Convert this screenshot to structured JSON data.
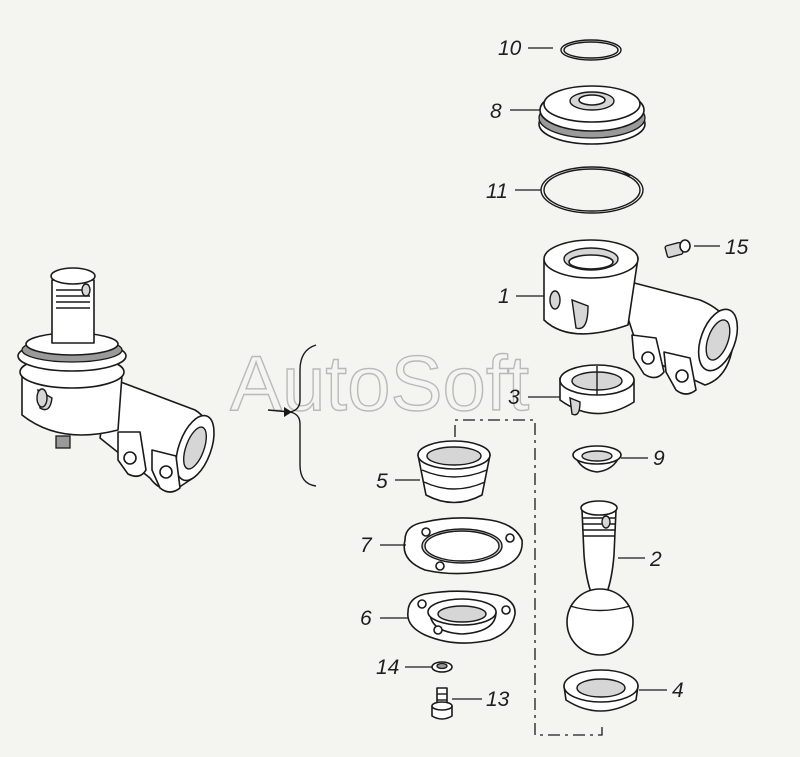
{
  "watermark": "AutoSoft",
  "callouts": {
    "p1": "1",
    "p2": "2",
    "p3": "3",
    "p4": "4",
    "p5": "5",
    "p6": "6",
    "p7": "7",
    "p8": "8",
    "p9": "9",
    "p10": "10",
    "p11": "11",
    "p13": "13",
    "p14": "14",
    "p15": "15"
  }
}
